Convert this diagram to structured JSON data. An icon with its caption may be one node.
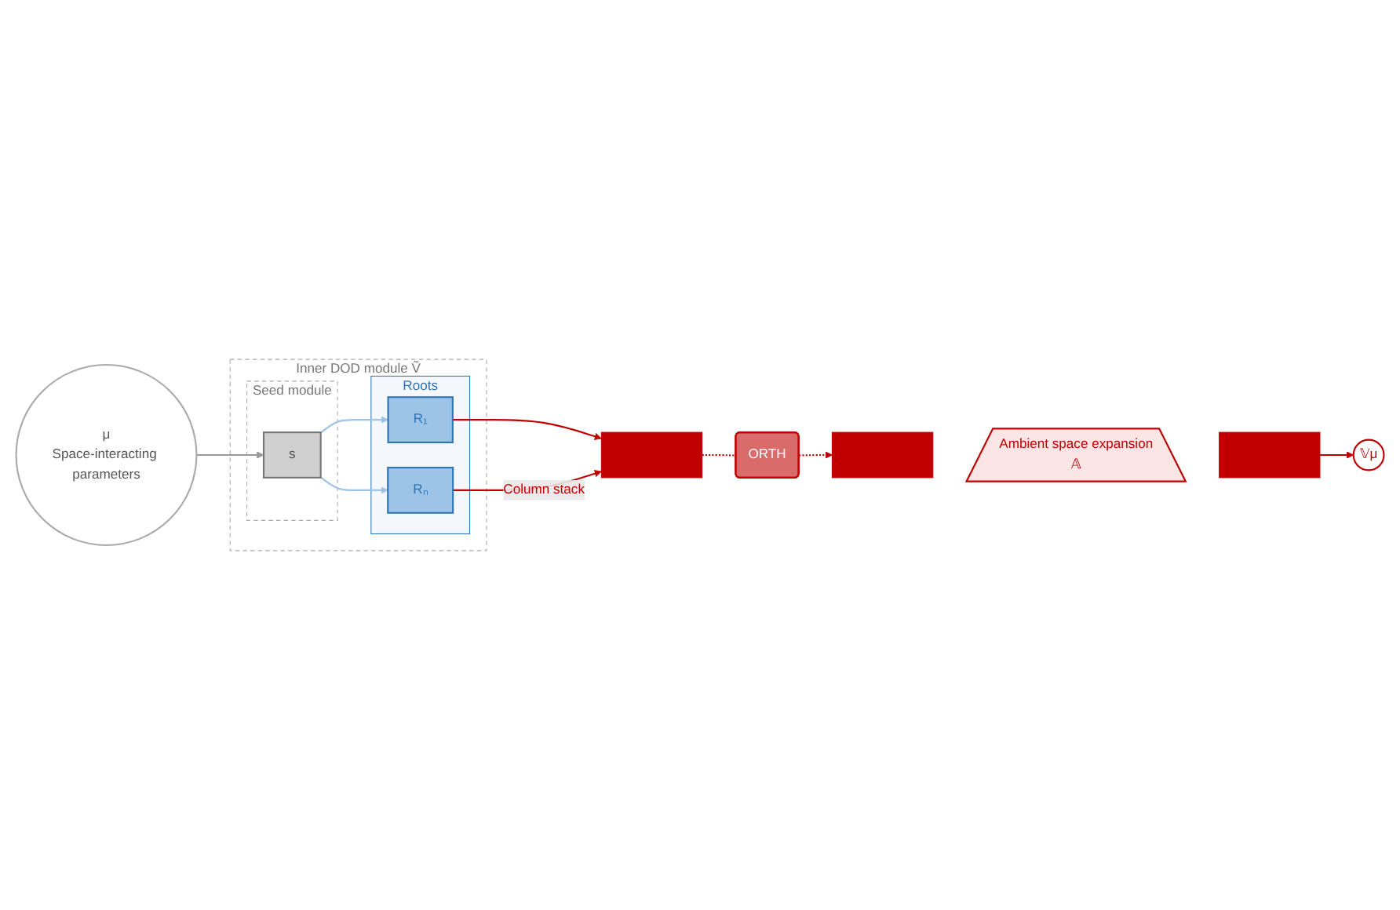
{
  "diagram": {
    "nodes": [
      {
        "text": [
          "Inner DOD module Ṽ"
        ]
      },
      {
        "text": [
          "Seed module"
        ],
        "in": 0
      },
      {
        "text": [
          "s"
        ],
        "in": 1
      },
      {
        "text": [
          "Roots"
        ],
        "in": 0
      },
      {
        "text": [
          "R₁"
        ],
        "in": 3
      },
      {
        "text": [
          "Rₙ"
        ],
        "in": 3
      },
      {
        "text": [
          "μ",
          "Space-interacting parameters"
        ]
      },
      {
        "text": [],
        "shape": "box"
      },
      {
        "text": [
          "ORTH"
        ]
      },
      {
        "text": [],
        "shape": "box"
      },
      {
        "text": [
          "Ambient space expansion",
          "𝔸"
        ]
      },
      {
        "text": [],
        "shape": "box"
      },
      {
        "text": [
          "𝕍μ"
        ]
      }
    ],
    "edges": [
      {
        "from": 6,
        "to": 2,
        "arrow": "to",
        "color": "#999999"
      },
      {
        "from": 2,
        "to": 4,
        "arrow": "to",
        "color": "#9dc3e6"
      },
      {
        "from": 2,
        "to": 5,
        "arrow": "to",
        "color": "#9dc3e6"
      },
      {
        "from": 4,
        "to": 7,
        "arrow": "to"
      },
      {
        "from": 5,
        "to": 7,
        "arrow": "to",
        "label": "Column stack"
      },
      {
        "from": 7,
        "to": 8,
        "arrow": "none",
        "style": "dashed"
      },
      {
        "from": 8,
        "to": 9,
        "arrow": "to",
        "style": "dashed"
      },
      {
        "from": 11,
        "to": 12,
        "arrow": "to"
      }
    ]
  }
}
